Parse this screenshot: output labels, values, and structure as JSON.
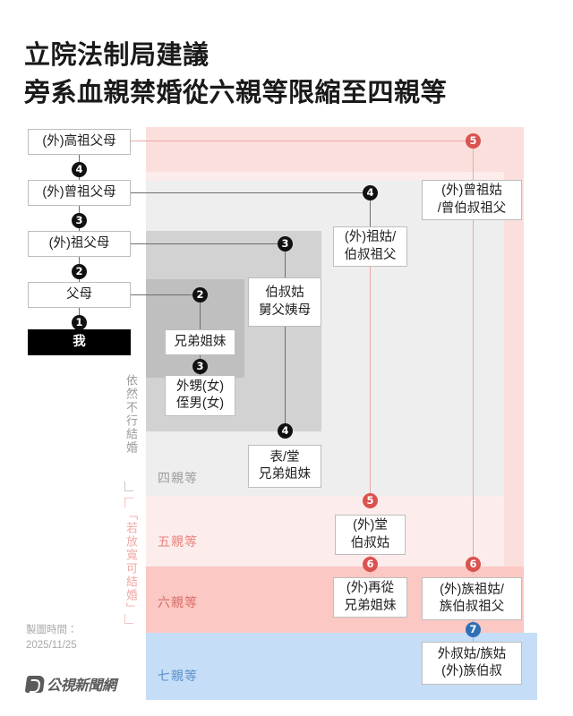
{
  "title": {
    "line1": "立院法制局建議",
    "line2": "旁系血親禁婚從六親等限縮至四親等"
  },
  "bands": [
    {
      "id": "four",
      "label": "四親等",
      "color": "#eeeeee"
    },
    {
      "id": "five",
      "label": "五親等",
      "color": "#fceceb"
    },
    {
      "id": "six",
      "label": "六親等",
      "color": "#fbc8c3"
    },
    {
      "id": "seven",
      "label": "七親等",
      "color": "#c5ddf6"
    }
  ],
  "side_notes": {
    "still_forbidden": "依然不行結婚",
    "may_marry_if_relaxed": "「若放寬可結婚」"
  },
  "nodes": {
    "self": "我",
    "parents": "父母",
    "grandparents": "(外)祖父母",
    "greatgrand": "(外)曾祖父母",
    "greatgreatgrand": "(外)高祖父母",
    "siblings": "兄弟姐妹",
    "nephew_line1": "外甥(女)",
    "nephew_line2": "侄男(女)",
    "uncleaunt_line1": "伯叔姑",
    "uncleaunt_line2": "舅父姨母",
    "cousin_line1": "表/堂",
    "cousin_line2": "兄弟姐妹",
    "granduncle_line1": "(外)祖姑/",
    "granduncle_line2": "伯叔祖父",
    "greatgranduncle_line1": "(外)曾祖姑",
    "greatgranduncle_line2": "/曾伯叔祖父",
    "firstcousin_once_line1": "(外)堂",
    "firstcousin_once_line2": "伯叔姑",
    "secondcousin_line1": "(外)再從",
    "secondcousin_line2": "兄弟姐妹",
    "clan_grand_line1": "(外)族祖姑/",
    "clan_grand_line2": "族伯叔祖父",
    "clan_uncle_line1": "外叔姑/族姑",
    "clan_uncle_line2": "(外)族伯叔"
  },
  "markers": {
    "m1": "1",
    "m2": "2",
    "m3": "3",
    "m4": "4",
    "m5": "5",
    "m6": "6",
    "m7": "7"
  },
  "footer": {
    "credit_label": "製圖時間：",
    "credit_date": "2025/11/25",
    "logo_text": "公視新聞網"
  },
  "colors": {
    "band_four": "#eeeeee",
    "band_five": "#fceceb",
    "band_six": "#fbc8c3",
    "band_seven": "#c5ddf6",
    "marker_black": "#111111",
    "marker_red": "#d9534f",
    "marker_blue": "#2f6fb5"
  }
}
